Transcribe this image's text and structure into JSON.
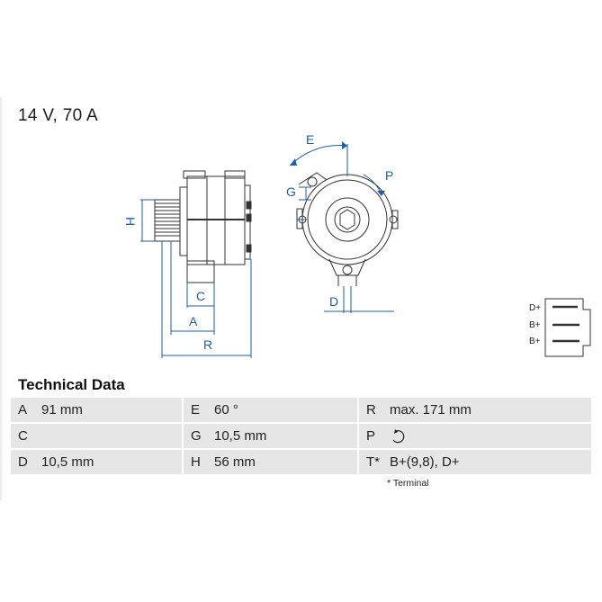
{
  "headline": "14 V, 70 A",
  "drawing_labels": {
    "H": "H",
    "C": "C",
    "A": "A",
    "R": "R",
    "E": "E",
    "G": "G",
    "P": "P",
    "D": "D",
    "terminals": [
      "D+",
      "B+",
      "B+"
    ]
  },
  "tech": {
    "title": "Technical Data",
    "rows": [
      [
        {
          "k": "A",
          "v": "91 mm"
        },
        {
          "k": "E",
          "v": "60 °"
        },
        {
          "k": "R",
          "v": "max. 171 mm"
        }
      ],
      [
        {
          "k": "C",
          "v": ""
        },
        {
          "k": "G",
          "v": "10,5 mm"
        },
        {
          "k": "P",
          "v": "",
          "icon": "rotation-direction-icon"
        }
      ],
      [
        {
          "k": "D",
          "v": "10,5 mm"
        },
        {
          "k": "H",
          "v": "56 mm"
        },
        {
          "k": "T*",
          "v": "B+(9,8), D+"
        }
      ]
    ],
    "footnote": "* Terminal"
  },
  "colors": {
    "dimension_blue": "#1f5fa6",
    "line": "#333333",
    "row_bg": "#e6e6e6"
  }
}
